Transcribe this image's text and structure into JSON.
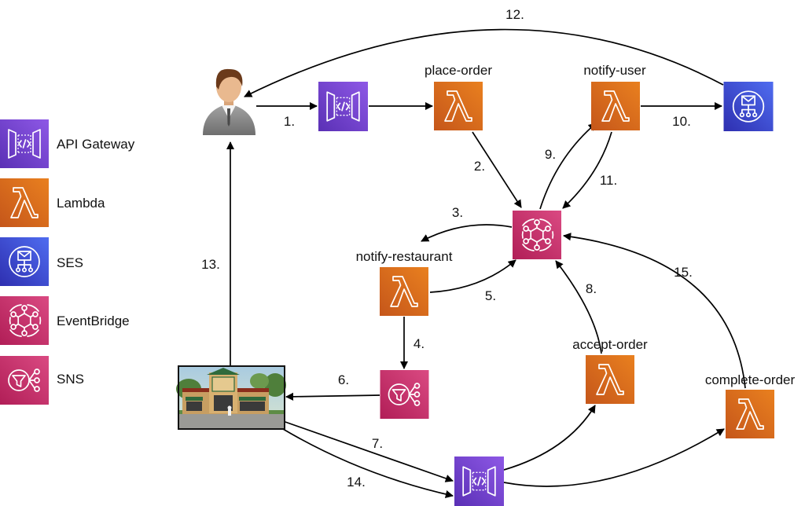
{
  "legend": [
    {
      "label": "API Gateway",
      "icon": "api-gateway-icon"
    },
    {
      "label": "Lambda",
      "icon": "lambda-icon"
    },
    {
      "label": "SES",
      "icon": "ses-icon"
    },
    {
      "label": "EventBridge",
      "icon": "eventbridge-icon"
    },
    {
      "label": "SNS",
      "icon": "sns-icon"
    }
  ],
  "nodes": {
    "place_order": "place-order",
    "notify_user": "notify-user",
    "notify_restaurant": "notify-restaurant",
    "accept_order": "accept-order",
    "complete_order": "complete-order"
  },
  "steps": [
    "1.",
    "2.",
    "3.",
    "4.",
    "5.",
    "6.",
    "7.",
    "8.",
    "9.",
    "10.",
    "11.",
    "12.",
    "13.",
    "14.",
    "15."
  ],
  "colors": {
    "api_gateway": "#7444C8",
    "lambda": "#D8691E",
    "ses": "#3B48CC",
    "eventbridge": "#C7336C",
    "sns": "#C7336C",
    "arrows": "#000000"
  }
}
